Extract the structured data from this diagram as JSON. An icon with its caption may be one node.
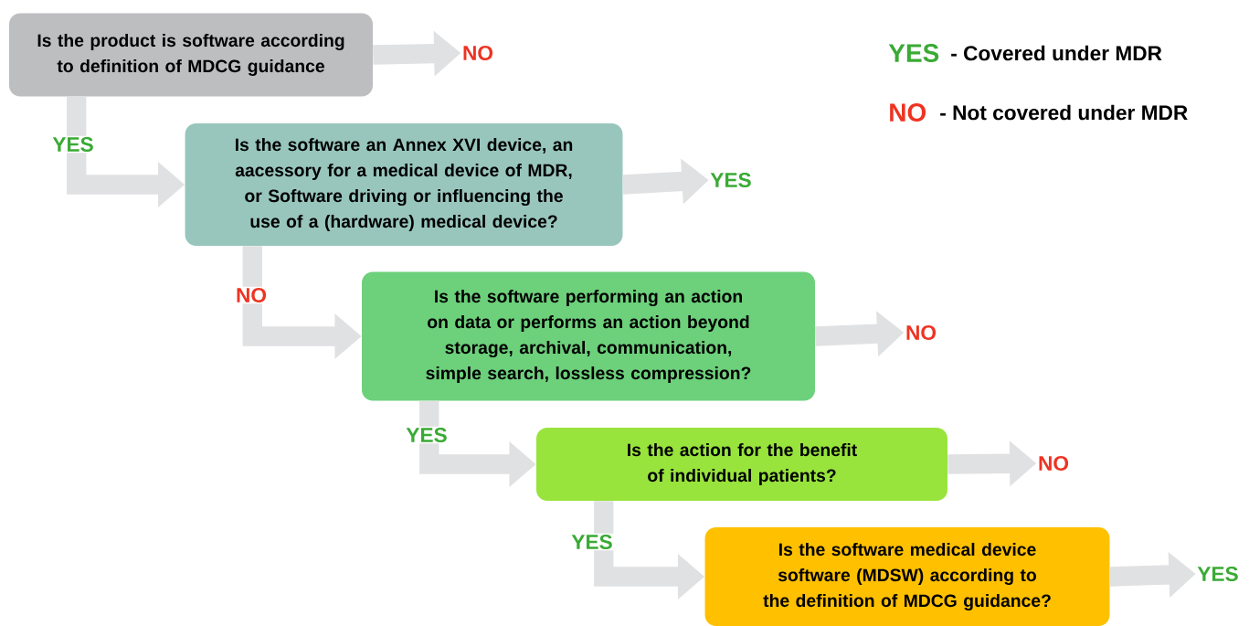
{
  "diagram": {
    "nodes": [
      {
        "text": [
          "Is the product is software according to definition of MDCG guidance"
        ]
      },
      {
        "text": [
          "NO"
        ]
      },
      {
        "text": [
          "Is the software an Annex XVI device, an aacessory for a medical device of MDR, or Software driving or influencing the use of a (hardware) medical device?"
        ]
      },
      {
        "text": [
          "YES"
        ]
      },
      {
        "text": [
          "Is the software performing an action on data or performs an action beyond storage, archival, communication, simple search, lossless compression?"
        ]
      },
      {
        "text": [
          "NO"
        ]
      },
      {
        "text": [
          "Is the action for the benefit of individual patients?"
        ]
      },
      {
        "text": [
          "NO"
        ]
      },
      {
        "text": [
          "Is the software medical device software (MDSW) according to the definition of MDCG guidance?"
        ]
      },
      {
        "text": [
          "YES"
        ]
      }
    ],
    "edges": [
      {
        "from": 0,
        "to": 1,
        "arrow": "to"
      },
      {
        "from": 0,
        "to": 2,
        "arrow": "to",
        "label": "YES"
      },
      {
        "from": 2,
        "to": 3,
        "arrow": "to"
      },
      {
        "from": 2,
        "to": 4,
        "arrow": "to",
        "label": "NO"
      },
      {
        "from": 4,
        "to": 5,
        "arrow": "to"
      },
      {
        "from": 4,
        "to": 6,
        "arrow": "to",
        "label": "YES"
      },
      {
        "from": 6,
        "to": 7,
        "arrow": "to"
      },
      {
        "from": 6,
        "to": 8,
        "arrow": "to",
        "label": "YES"
      },
      {
        "from": 8,
        "to": 9,
        "arrow": "to"
      }
    ],
    "labels": [
      "YES",
      "- Covered under MDR",
      "NO",
      "- Not covered under MDR"
    ]
  }
}
